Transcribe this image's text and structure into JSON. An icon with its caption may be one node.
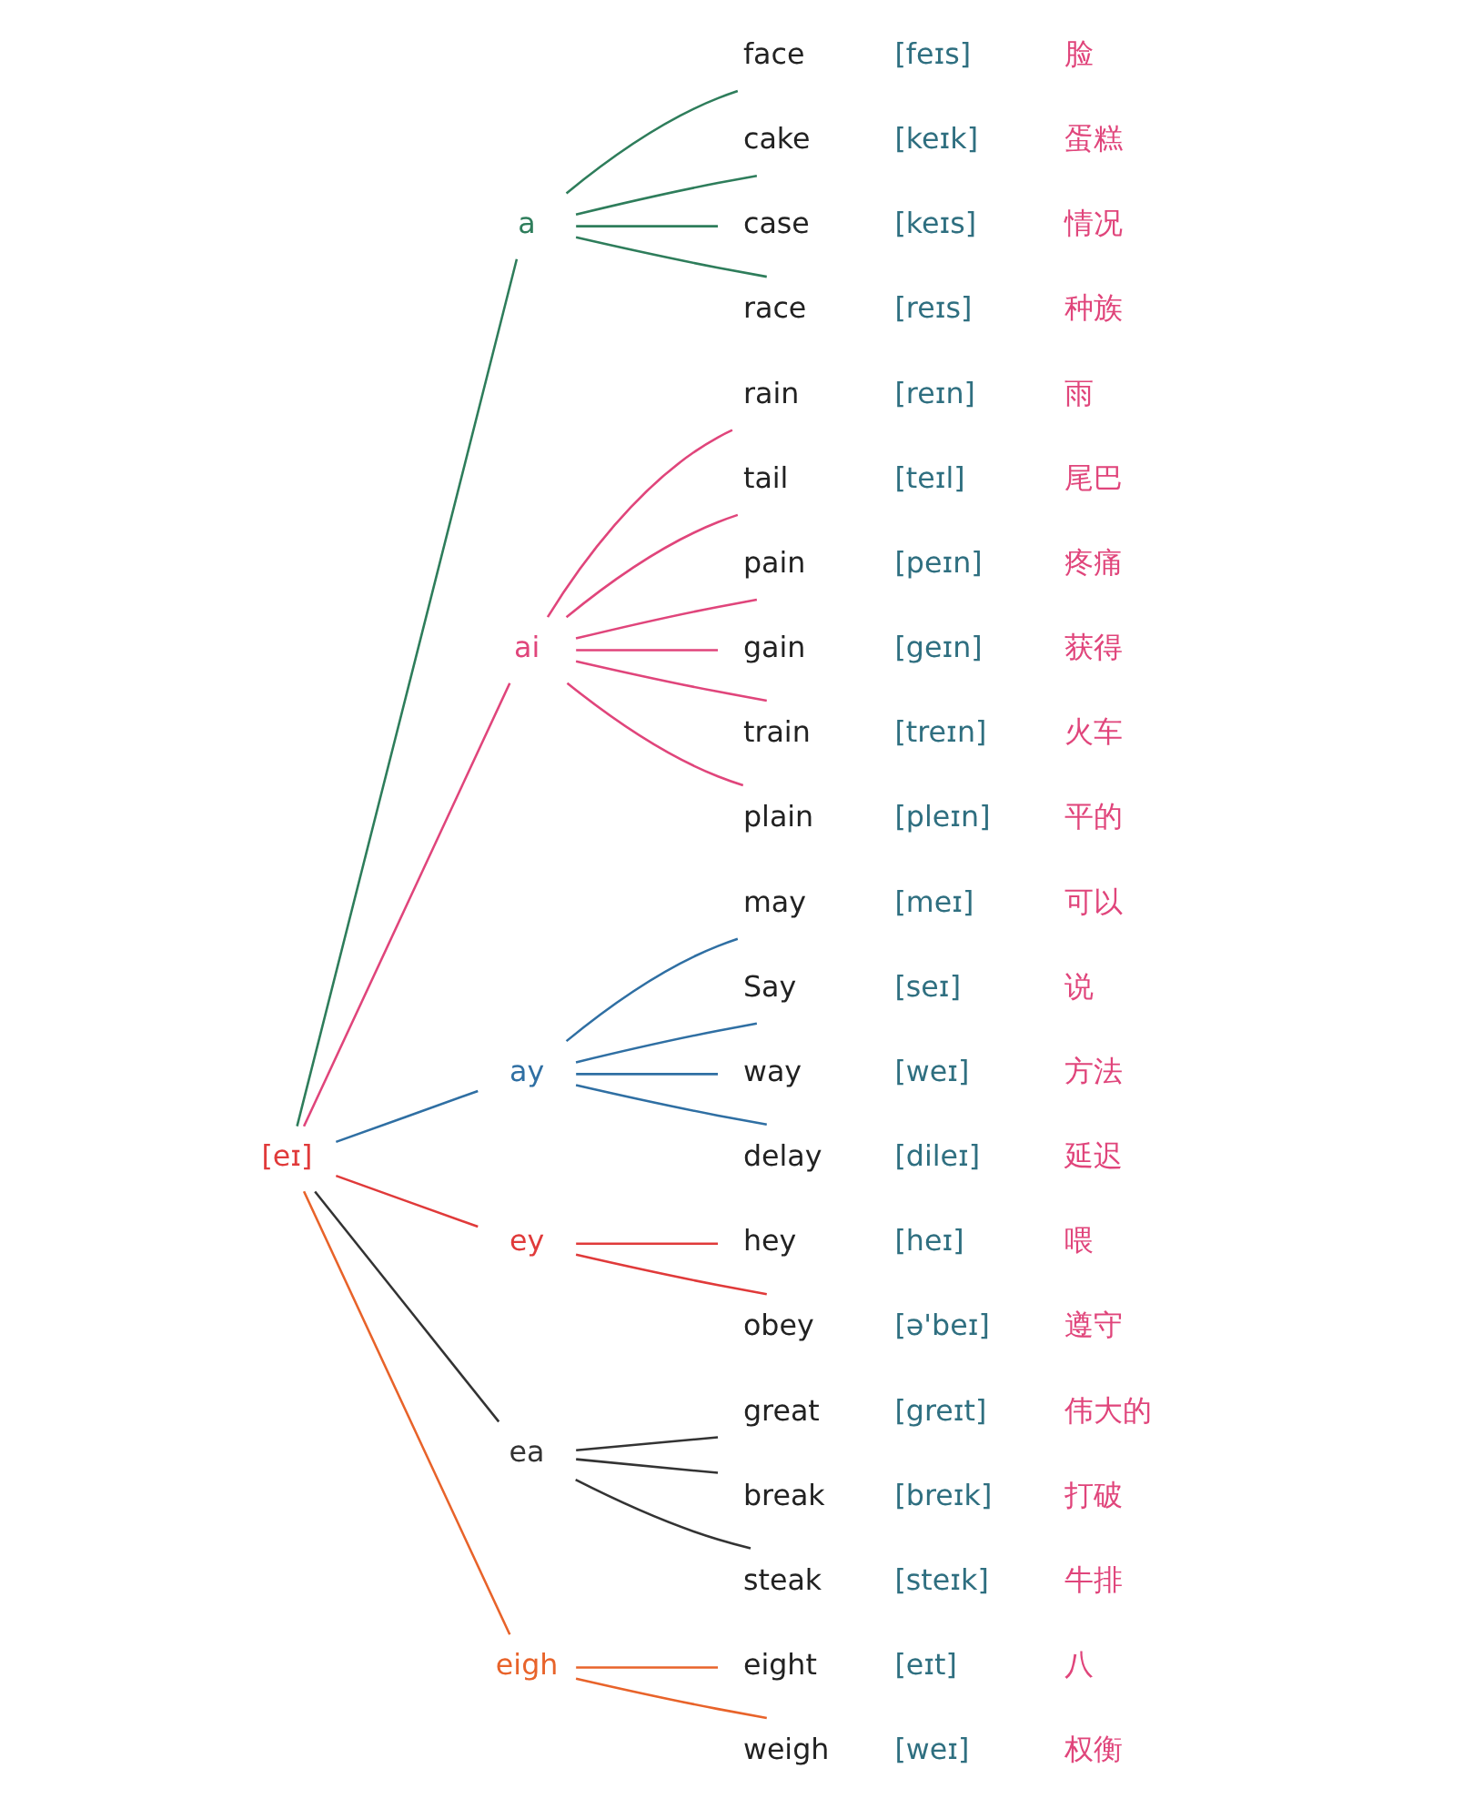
{
  "diagram": {
    "nodes": [
      {
        "text": [
          "[eɪ]"
        ]
      },
      {
        "text": [
          "a"
        ]
      },
      {
        "text": [
          "face"
        ],
        "beside": [
          "[feɪs]",
          "脸"
        ]
      },
      {
        "text": [
          "cake"
        ],
        "beside": [
          "[keɪk]",
          "蛋糕"
        ]
      },
      {
        "text": [
          "case"
        ],
        "beside": [
          "[keɪs]",
          "情况"
        ]
      },
      {
        "text": [
          "race"
        ],
        "beside": [
          "[reɪs]",
          "种族"
        ]
      },
      {
        "text": [
          "ai"
        ]
      },
      {
        "text": [
          "rain"
        ],
        "beside": [
          "[reɪn]",
          "雨"
        ]
      },
      {
        "text": [
          "tail"
        ],
        "beside": [
          "[teɪl]",
          "尾巴"
        ]
      },
      {
        "text": [
          "pain"
        ],
        "beside": [
          "[peɪn]",
          "疼痛"
        ]
      },
      {
        "text": [
          "gain"
        ],
        "beside": [
          "[geɪn]",
          "获得"
        ]
      },
      {
        "text": [
          "train"
        ],
        "beside": [
          "[treɪn]",
          "火车"
        ]
      },
      {
        "text": [
          "plain"
        ],
        "beside": [
          "[pleɪn]",
          "平的"
        ]
      },
      {
        "text": [
          "ay"
        ]
      },
      {
        "text": [
          "may"
        ],
        "beside": [
          "[meɪ]",
          "可以"
        ]
      },
      {
        "text": [
          "Say"
        ],
        "beside": [
          "[seɪ]",
          "说"
        ]
      },
      {
        "text": [
          "way"
        ],
        "beside": [
          "[weɪ]",
          "方法"
        ]
      },
      {
        "text": [
          "delay"
        ],
        "beside": [
          "[dileɪ]",
          "延迟"
        ]
      },
      {
        "text": [
          "ey"
        ]
      },
      {
        "text": [
          "hey"
        ],
        "beside": [
          "[heɪ]",
          "喂"
        ]
      },
      {
        "text": [
          "obey"
        ],
        "beside": [
          "[ə'beɪ]",
          "遵守"
        ]
      },
      {
        "text": [
          "ea"
        ]
      },
      {
        "text": [
          "great"
        ],
        "beside": [
          "[greɪt]",
          "伟大的"
        ]
      },
      {
        "text": [
          "break"
        ],
        "beside": [
          "[breɪk]",
          "打破"
        ]
      },
      {
        "text": [
          "steak"
        ],
        "beside": [
          "[steɪk]",
          "牛排"
        ]
      },
      {
        "text": [
          "eigh"
        ]
      },
      {
        "text": [
          "eight"
        ],
        "beside": [
          "[eɪt]",
          "八"
        ]
      },
      {
        "text": [
          "weigh"
        ],
        "beside": [
          "[weɪ]",
          "权衡"
        ]
      }
    ],
    "edges": [
      {
        "from": 0,
        "to": 1,
        "arrow": "none",
        "color": "#2e7d5b"
      },
      {
        "from": 1,
        "to": 2,
        "arrow": "none",
        "color": "#2e7d5b"
      },
      {
        "from": 1,
        "to": 3,
        "arrow": "none",
        "color": "#2e7d5b"
      },
      {
        "from": 1,
        "to": 4,
        "arrow": "none",
        "color": "#2e7d5b"
      },
      {
        "from": 1,
        "to": 5,
        "arrow": "none",
        "color": "#2e7d5b"
      },
      {
        "from": 0,
        "to": 6,
        "arrow": "none",
        "color": "#e0457b"
      },
      {
        "from": 6,
        "to": 7,
        "arrow": "none",
        "color": "#e0457b"
      },
      {
        "from": 6,
        "to": 8,
        "arrow": "none",
        "color": "#e0457b"
      },
      {
        "from": 6,
        "to": 9,
        "arrow": "none",
        "color": "#e0457b"
      },
      {
        "from": 6,
        "to": 10,
        "arrow": "none",
        "color": "#e0457b"
      },
      {
        "from": 6,
        "to": 11,
        "arrow": "none",
        "color": "#e0457b"
      },
      {
        "from": 6,
        "to": 12,
        "arrow": "none",
        "color": "#e0457b"
      },
      {
        "from": 0,
        "to": 13,
        "arrow": "none",
        "color": "#2f6fa3"
      },
      {
        "from": 13,
        "to": 14,
        "arrow": "none",
        "color": "#2f6fa3"
      },
      {
        "from": 13,
        "to": 15,
        "arrow": "none",
        "color": "#2f6fa3"
      },
      {
        "from": 13,
        "to": 16,
        "arrow": "none",
        "color": "#2f6fa3"
      },
      {
        "from": 13,
        "to": 17,
        "arrow": "none",
        "color": "#2f6fa3"
      },
      {
        "from": 0,
        "to": 18,
        "arrow": "none",
        "color": "#e03a3a"
      },
      {
        "from": 18,
        "to": 19,
        "arrow": "none",
        "color": "#e03a3a"
      },
      {
        "from": 18,
        "to": 20,
        "arrow": "none",
        "color": "#e03a3a"
      },
      {
        "from": 0,
        "to": 21,
        "arrow": "none",
        "color": "#333333"
      },
      {
        "from": 21,
        "to": 22,
        "arrow": "none",
        "color": "#333333"
      },
      {
        "from": 21,
        "to": 23,
        "arrow": "none",
        "color": "#333333"
      },
      {
        "from": 21,
        "to": 24,
        "arrow": "none",
        "color": "#333333"
      },
      {
        "from": 0,
        "to": 25,
        "arrow": "none",
        "color": "#e8632a"
      },
      {
        "from": 25,
        "to": 26,
        "arrow": "none",
        "color": "#e8632a"
      },
      {
        "from": 25,
        "to": 27,
        "arrow": "none",
        "color": "#e8632a"
      }
    ]
  }
}
